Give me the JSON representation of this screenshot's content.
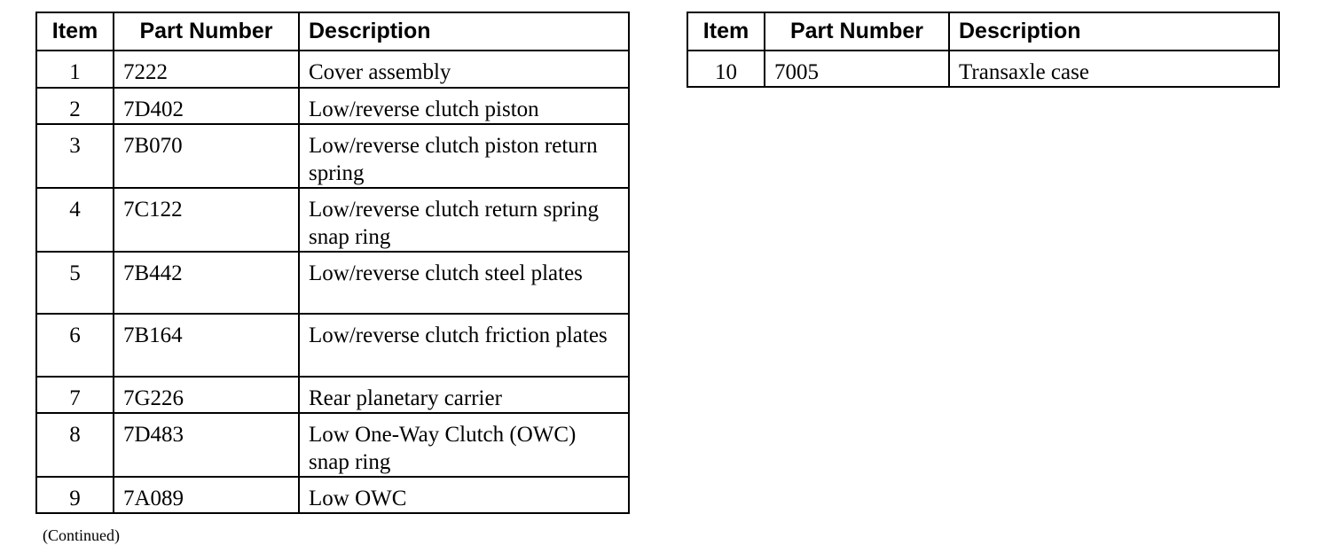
{
  "headers": {
    "item": "Item",
    "part_number": "Part Number",
    "description": "Description"
  },
  "left_table": [
    {
      "item": "1",
      "part": "7222",
      "desc": "Cover assembly"
    },
    {
      "item": "2",
      "part": "7D402",
      "desc": "Low/reverse clutch piston"
    },
    {
      "item": "3",
      "part": "7B070",
      "desc": "Low/reverse clutch piston return spring"
    },
    {
      "item": "4",
      "part": "7C122",
      "desc": "Low/reverse clutch return spring snap ring"
    },
    {
      "item": "5",
      "part": "7B442",
      "desc": "Low/reverse clutch steel plates"
    },
    {
      "item": "6",
      "part": "7B164",
      "desc": "Low/reverse clutch friction plates"
    },
    {
      "item": "7",
      "part": "7G226",
      "desc": "Rear planetary carrier"
    },
    {
      "item": "8",
      "part": "7D483",
      "desc": "Low One-Way Clutch (OWC) snap ring"
    },
    {
      "item": "9",
      "part": "7A089",
      "desc": "Low OWC"
    }
  ],
  "right_table": [
    {
      "item": "10",
      "part": "7005",
      "desc": "Transaxle case"
    }
  ],
  "footnote": "(Continued)"
}
